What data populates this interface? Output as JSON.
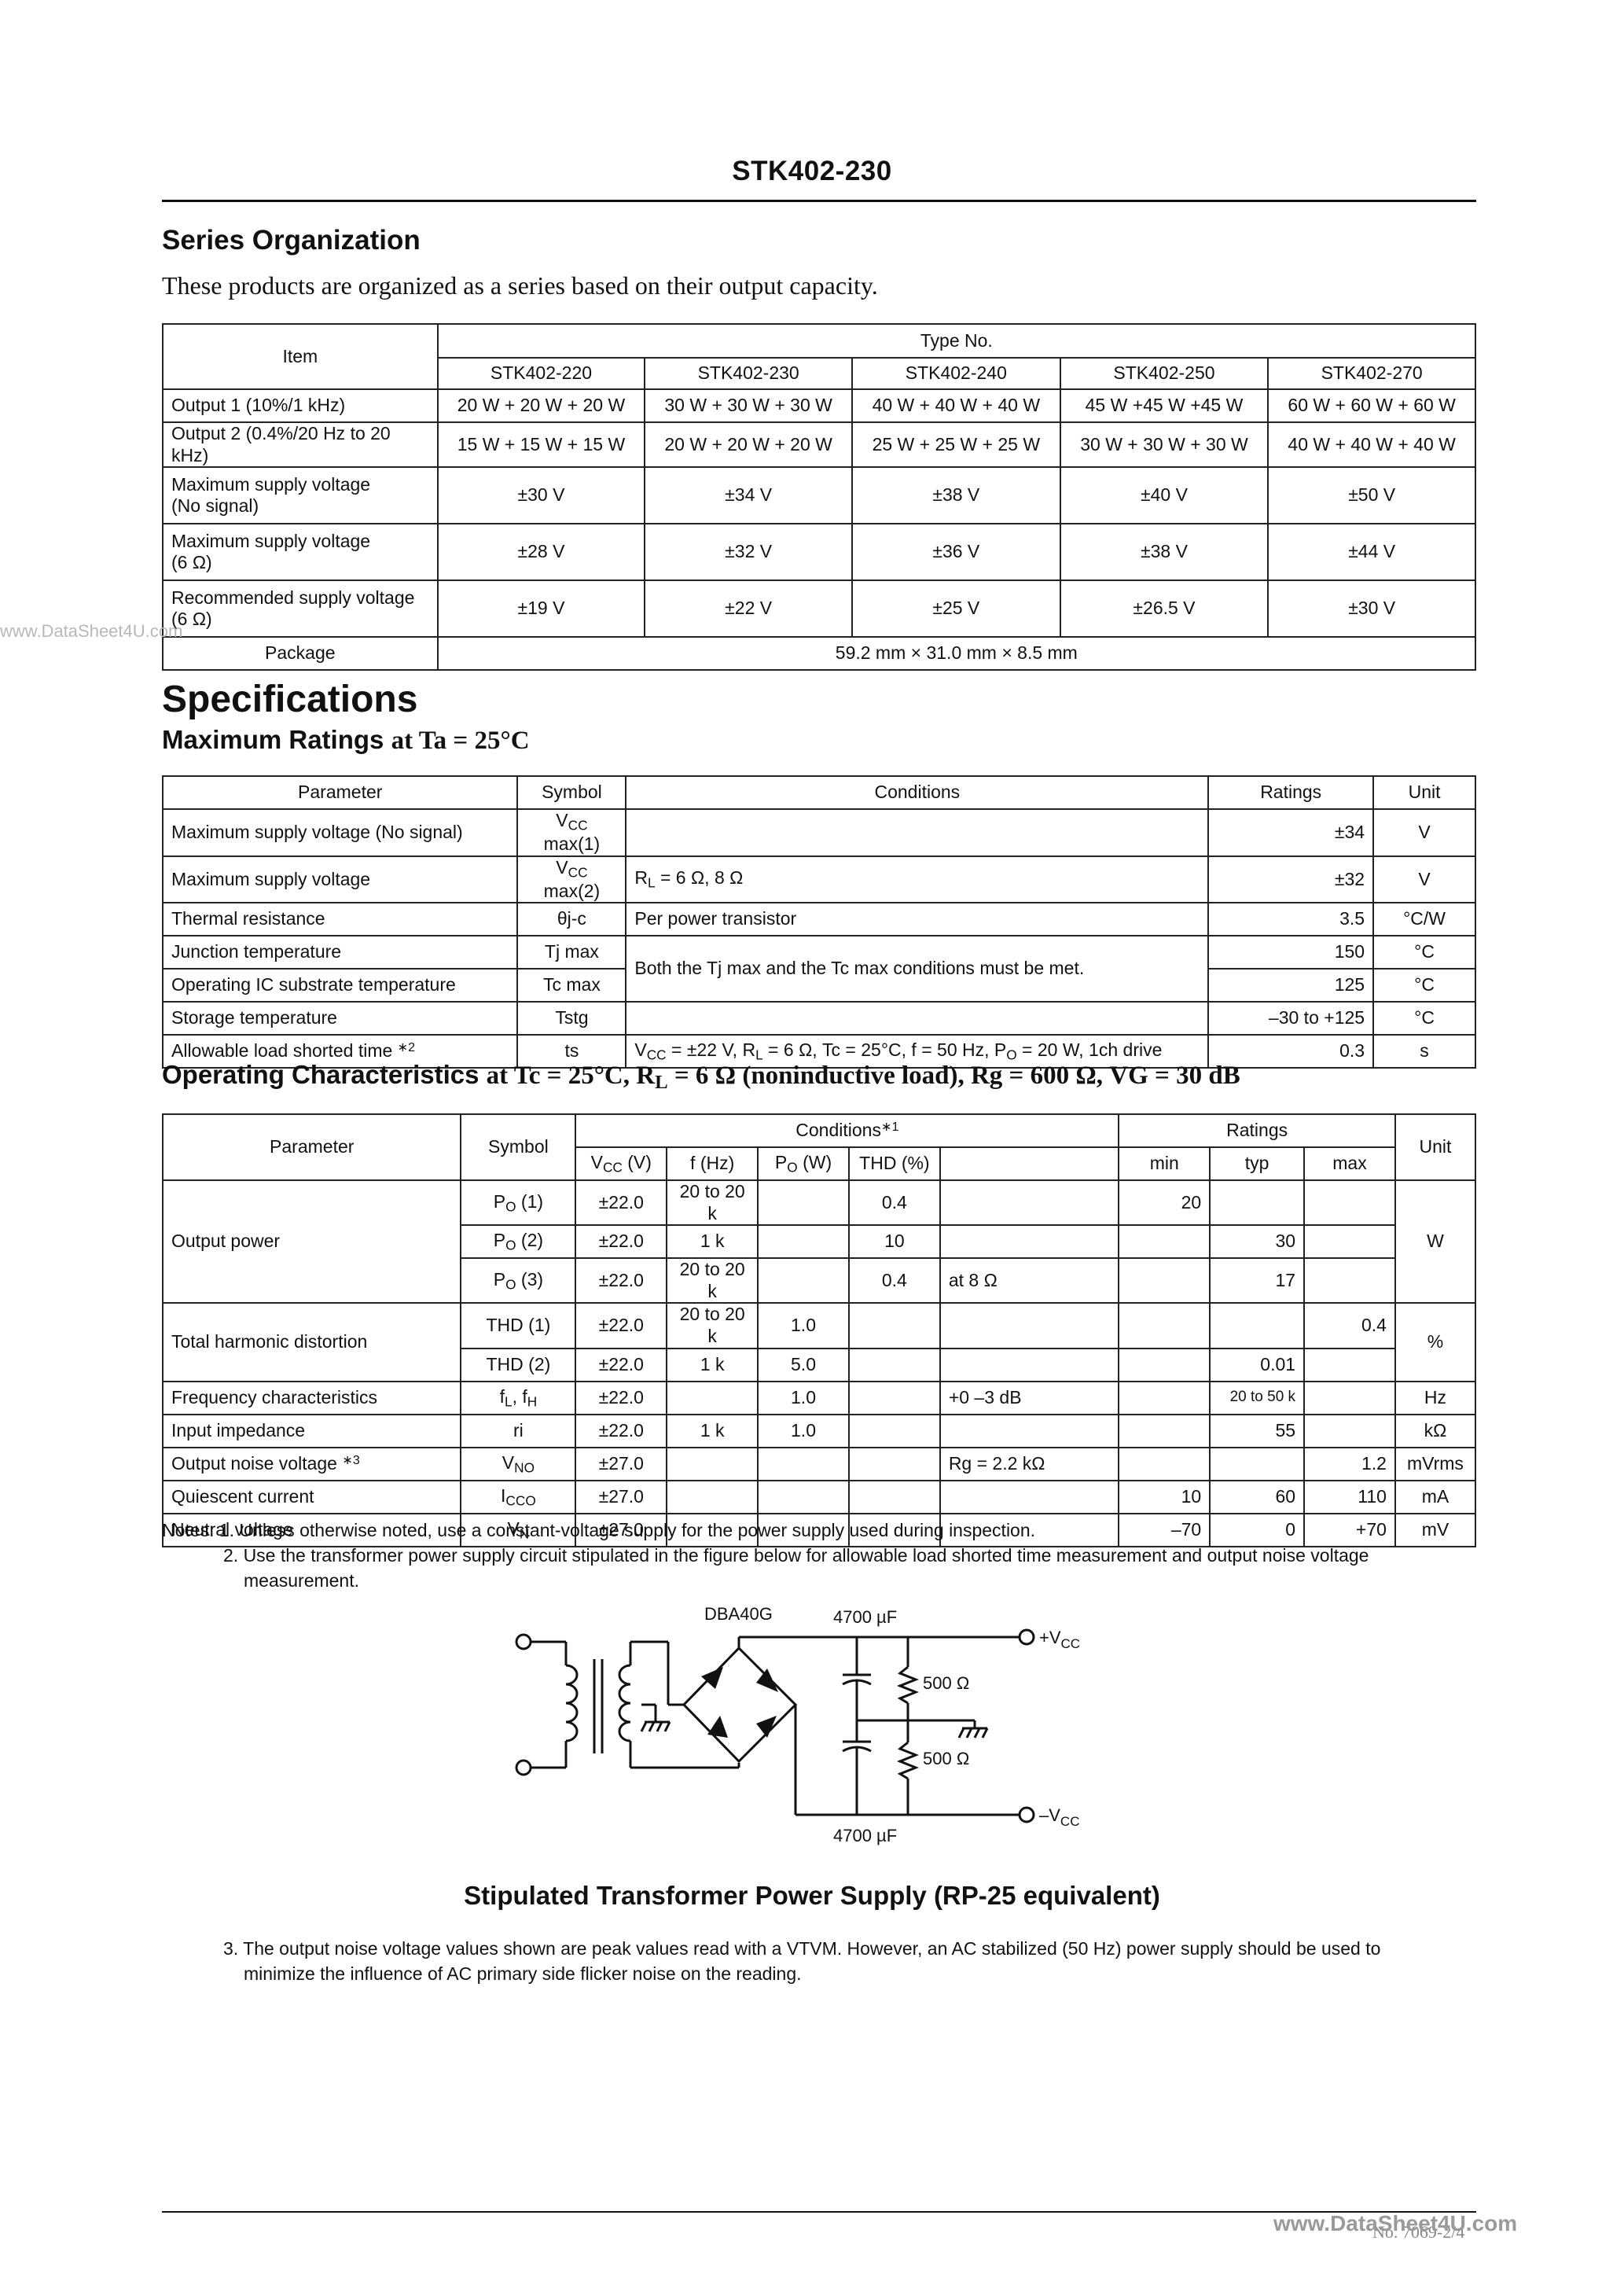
{
  "header": {
    "title": "STK402-230"
  },
  "series": {
    "heading": "Series Organization",
    "intro": "These products are organized as a series based on their output capacity.",
    "item_label": "Item",
    "type_label": "Type No.",
    "types": [
      "STK402-220",
      "STK402-230",
      "STK402-240",
      "STK402-250",
      "STK402-270"
    ],
    "rows": [
      {
        "item": "Output 1 (10%/1 kHz)",
        "values": [
          "20 W + 20 W + 20 W",
          "30 W + 30 W + 30 W",
          "40 W + 40 W + 40 W",
          "45 W +45 W +45 W",
          "60 W + 60 W + 60 W"
        ]
      },
      {
        "item": "Output 2 (0.4%/20 Hz to 20 kHz)",
        "values": [
          "15 W + 15 W + 15 W",
          "20 W + 20 W + 20 W",
          "25 W + 25 W + 25 W",
          "30 W + 30 W + 30 W",
          "40 W + 40 W + 40 W"
        ]
      },
      {
        "item": "Maximum supply voltage",
        "item2": "(No signal)",
        "values": [
          "±30 V",
          "±34 V",
          "±38 V",
          "±40 V",
          "±50 V"
        ]
      },
      {
        "item": "Maximum supply voltage",
        "item2": "(6 Ω)",
        "values": [
          "±28 V",
          "±32 V",
          "±36 V",
          "±38 V",
          "±44 V"
        ]
      },
      {
        "item": "Recommended supply voltage",
        "item2": "(6 Ω)",
        "values": [
          "±19 V",
          "±22 V",
          "±25 V",
          "±26.5 V",
          "±30 V"
        ]
      }
    ],
    "package_label": "Package",
    "package_value": "59.2 mm × 31.0 mm × 8.5 mm"
  },
  "specs": {
    "heading": "Specifications",
    "max_heading": "Maximum Ratings",
    "max_cond": "at Ta = 25°C",
    "max_cols": [
      "Parameter",
      "Symbol",
      "Conditions",
      "Ratings",
      "Unit"
    ],
    "max_rows": [
      {
        "param": "Maximum supply voltage (No signal)",
        "sym": "V",
        "sym_sub": "CC",
        "sym_after": " max(1)",
        "cond": "",
        "rating": "±34",
        "unit": "V"
      },
      {
        "param": "Maximum supply voltage",
        "sym": "V",
        "sym_sub": "CC",
        "sym_after": " max(2)",
        "cond": "R",
        "rating": "±32",
        "unit": "V"
      },
      {
        "param": "Thermal resistance",
        "sym": "θj-c",
        "cond": "Per power transistor",
        "rating": "3.5",
        "unit": "°C/W"
      },
      {
        "param": "Junction temperature",
        "sym": "Tj max",
        "rating": "150",
        "unit": "°C"
      },
      {
        "param": "Operating IC substrate temperature",
        "sym": "Tc max",
        "rating": "125",
        "unit": "°C"
      },
      {
        "param": "Storage temperature",
        "sym": "Tstg",
        "cond": "",
        "rating": "–30 to +125",
        "unit": "°C"
      },
      {
        "param": "Allowable load shorted time",
        "param_sup": "∗2",
        "sym": "ts",
        "rating": "0.3",
        "unit": "s"
      }
    ],
    "cond_rl": "R",
    "cond_rl_sub": "L",
    "cond_rl_rest": " = 6 Ω, 8 Ω",
    "cond_tj_tc": "Both the Tj max and the Tc max conditions must be met.",
    "cond_ts_1": "V",
    "cond_ts_sub1": "CC",
    "cond_ts_2": " = ±22 V, R",
    "cond_ts_sub2": "L",
    "cond_ts_3": " = 6 Ω, Tc = 25°C, f = 50 Hz, P",
    "cond_ts_sub3": "O",
    "cond_ts_4": " = 20 W, 1ch drive"
  },
  "op": {
    "heading": "Operating Characteristics",
    "cond_1": "at Tc = 25°C, R",
    "cond_sub": "L",
    "cond_2": " = 6 Ω (noninductive load), Rg = 600 Ω, VG = 30 dB",
    "col_param": "Parameter",
    "col_symbol": "Symbol",
    "col_conditions": "Conditions",
    "col_conditions_sup": "∗1",
    "col_ratings": "Ratings",
    "col_unit": "Unit",
    "sub_vcc": "V",
    "sub_vcc_sub": "CC",
    "sub_vcc_rest": " (V)",
    "sub_f": "f (Hz)",
    "sub_po": "P",
    "sub_po_sub": "O",
    "sub_po_rest": " (W)",
    "sub_thd": "THD (%)",
    "sub_min": "min",
    "sub_typ": "typ",
    "sub_max": "max",
    "rows": [
      {
        "param": "Output power",
        "sym": "P",
        "sym_sub": "O",
        "sym_rest": " (1)",
        "vcc": "±22.0",
        "f": "20 to 20 k",
        "po": "",
        "thd": "0.4",
        "extra": "",
        "min": "20",
        "typ": "",
        "max": "",
        "unit": "W"
      },
      {
        "sym": "P",
        "sym_sub": "O",
        "sym_rest": " (2)",
        "vcc": "±22.0",
        "f": "1 k",
        "po": "",
        "thd": "10",
        "extra": "",
        "min": "",
        "typ": "30",
        "max": ""
      },
      {
        "sym": "P",
        "sym_sub": "O",
        "sym_rest": " (3)",
        "vcc": "±22.0",
        "f": "20 to 20 k",
        "po": "",
        "thd": "0.4",
        "extra": "at 8 Ω",
        "min": "",
        "typ": "17",
        "max": ""
      },
      {
        "param": "Total harmonic distortion",
        "sym": "THD (1)",
        "vcc": "±22.0",
        "f": "20 to 20 k",
        "po": "1.0",
        "thd": "",
        "extra": "",
        "min": "",
        "typ": "",
        "max": "0.4",
        "unit": "%"
      },
      {
        "sym": "THD (2)",
        "vcc": "±22.0",
        "f": "1 k",
        "po": "5.0",
        "thd": "",
        "extra": "",
        "min": "",
        "typ": "0.01",
        "max": ""
      },
      {
        "param": "Frequency characteristics",
        "sym": "f",
        "sym_sub": "L",
        "sym_mid": ", f",
        "sym_sub2": "H",
        "vcc": "±22.0",
        "f": "",
        "po": "1.0",
        "thd": "",
        "extra": "+0  –3 dB",
        "min": "",
        "typ": "20 to 50 k",
        "max": "",
        "unit": "Hz"
      },
      {
        "param": "Input impedance",
        "sym": "ri",
        "vcc": "±22.0",
        "f": "1 k",
        "po": "1.0",
        "thd": "",
        "extra": "",
        "min": "",
        "typ": "55",
        "max": "",
        "unit": "kΩ"
      },
      {
        "param": "Output noise voltage",
        "param_sup": "∗3",
        "sym": "V",
        "sym_sub": "NO",
        "vcc": "±27.0",
        "f": "",
        "po": "",
        "thd": "",
        "extra": "Rg = 2.2 kΩ",
        "min": "",
        "typ": "",
        "max": "1.2",
        "unit": "mVrms"
      },
      {
        "param": "Quiescent current",
        "sym": "I",
        "sym_sub": "CCO",
        "vcc": "±27.0",
        "f": "",
        "po": "",
        "thd": "",
        "extra": "",
        "min": "10",
        "typ": "60",
        "max": "110",
        "unit": "mA"
      },
      {
        "param": "Neutral voltage",
        "sym": "V",
        "sym_sub": "N",
        "vcc": "±27.0",
        "f": "",
        "po": "",
        "thd": "",
        "extra": "",
        "min": "–70",
        "typ": "0",
        "max": "+70",
        "unit": "mV"
      }
    ]
  },
  "notes": {
    "n1": "Notes: 1. Unless otherwise noted, use a constant-voltage supply for the power supply used during inspection.",
    "n2a": "2. Use the transformer power supply circuit stipulated in the figure below for allowable load shorted time measurement and output noise voltage",
    "n2b": "measurement.",
    "n3a": "3. The output noise voltage values shown are peak values read with a VTVM. However, an AC stabilized (50 Hz) power supply should be used to",
    "n3b": "minimize the influence of AC primary side flicker noise on the reading."
  },
  "circuit": {
    "bridge": "DBA40G",
    "cap_top": "4700 µF",
    "cap_bottom": "4700 µF",
    "res_top": "500 Ω",
    "res_bottom": "500 Ω",
    "vcc_plus": "+V",
    "vcc_minus": "–V",
    "vcc_sub": "CC",
    "caption": "Stipulated Transformer Power Supply (RP-25 equivalent)"
  },
  "footer": {
    "doc_no": "No. 7069-2/4",
    "watermark_left": "www.DataSheet4U.com",
    "watermark_right": "www.DataSheet4U.com"
  }
}
